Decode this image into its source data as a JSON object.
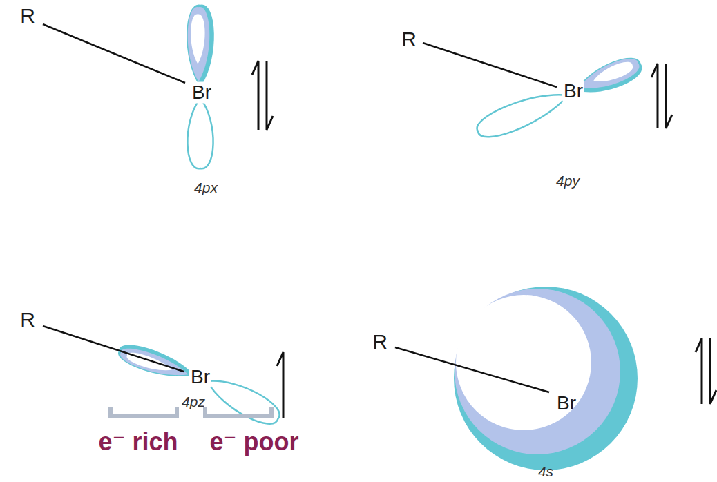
{
  "diagram": {
    "labels": [
      "R",
      "Br",
      "4px",
      "R",
      "Br",
      "4py",
      "R",
      "Br",
      "4pz",
      "e⁻ rich",
      "e⁻ poor",
      "R",
      "Br",
      "4s"
    ]
  }
}
